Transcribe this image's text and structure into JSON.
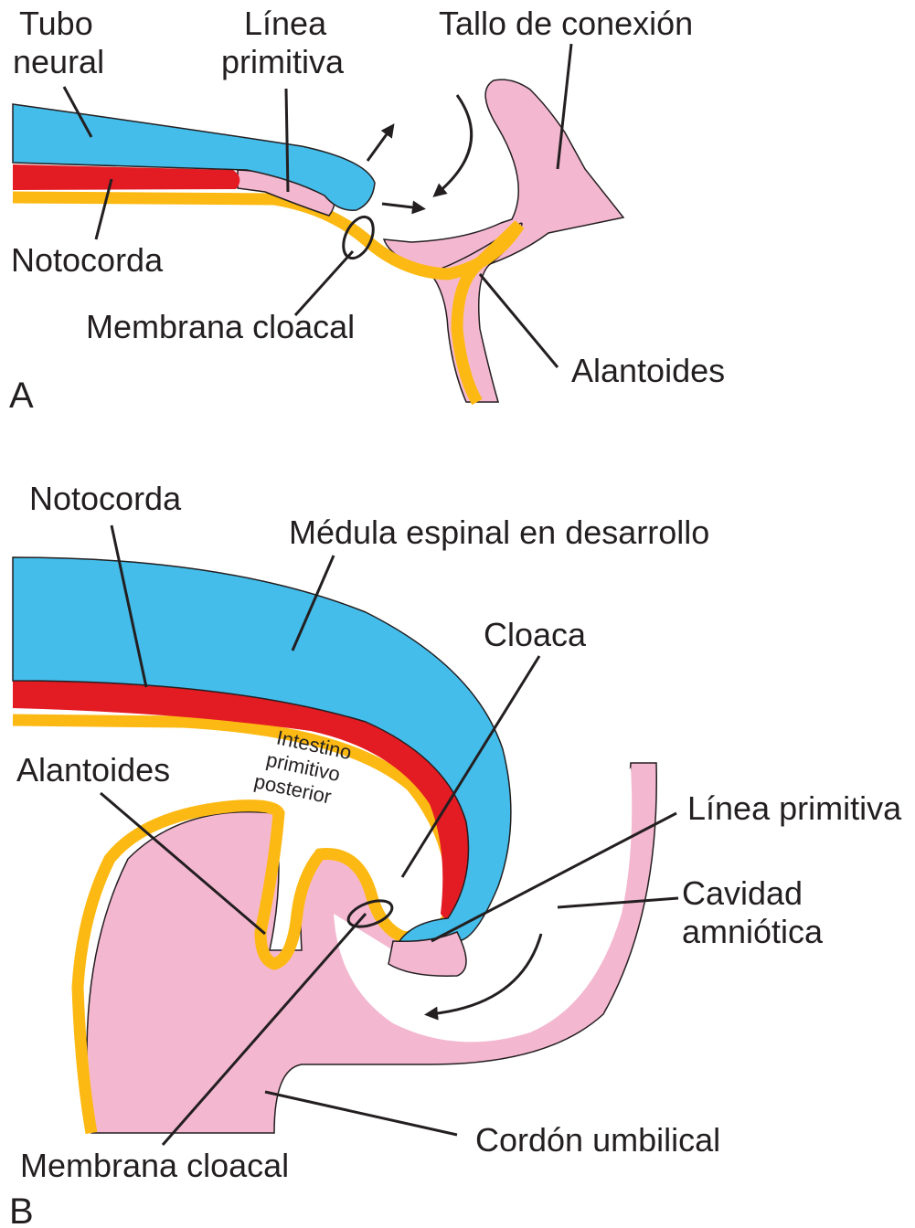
{
  "colors": {
    "neural": "#44bdeb",
    "notochord": "#e31b23",
    "endoderm": "#fdb913",
    "mesoderm": "#f4b7d0",
    "ink": "#231f20"
  },
  "panel_a": {
    "letter": "A",
    "labels": {
      "neural_tube_l1": "Tubo",
      "neural_tube_l2": "neural",
      "primitive_streak_l1": "Línea",
      "primitive_streak_l2": "primitiva",
      "connecting_stalk": "Tallo de conexión",
      "notochord": "Notocorda",
      "cloacal_membrane": "Membrana cloacal",
      "allantois": "Alantoides"
    }
  },
  "panel_b": {
    "letter": "B",
    "labels": {
      "notochord": "Notocorda",
      "spinal_cord": "Médula espinal en desarrollo",
      "cloaca": "Cloaca",
      "hindgut_l1": "Intestino",
      "hindgut_l2": "primitivo",
      "hindgut_l3": "posterior",
      "allantois": "Alantoides",
      "primitive_streak": "Línea primitiva",
      "amniotic_cavity_l1": "Cavidad",
      "amniotic_cavity_l2": "amniótica",
      "umbilical_cord": "Cordón umbilical",
      "cloacal_membrane": "Membrana cloacal"
    }
  }
}
